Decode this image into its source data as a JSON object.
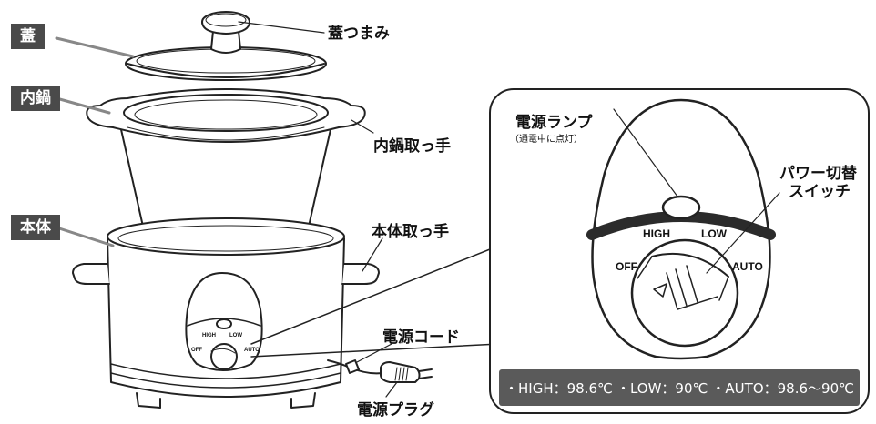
{
  "tags": {
    "lid": "蓋",
    "inner_pot": "内鍋",
    "body": "本体"
  },
  "labels": {
    "lid_knob": "蓋つまみ",
    "inner_pot_handle": "内鍋取っ手",
    "body_handle": "本体取っ手",
    "power_cord": "電源コード",
    "power_plug": "電源プラグ",
    "power_lamp": "電源ランプ",
    "power_lamp_note": "（通電中に点灯）",
    "power_switch_line1": "パワー切替",
    "power_switch_line2": "スイッチ"
  },
  "dial": {
    "high": "HIGH",
    "low": "LOW",
    "off": "OFF",
    "auto": "AUTO"
  },
  "specs": [
    "・HIGH：98.6℃",
    "・LOW：90℃",
    "・AUTO：98.6～90℃"
  ],
  "colors": {
    "tag_bg": "#4a4a4a",
    "spec_bg": "#5a5a5a",
    "line": "#222222"
  }
}
